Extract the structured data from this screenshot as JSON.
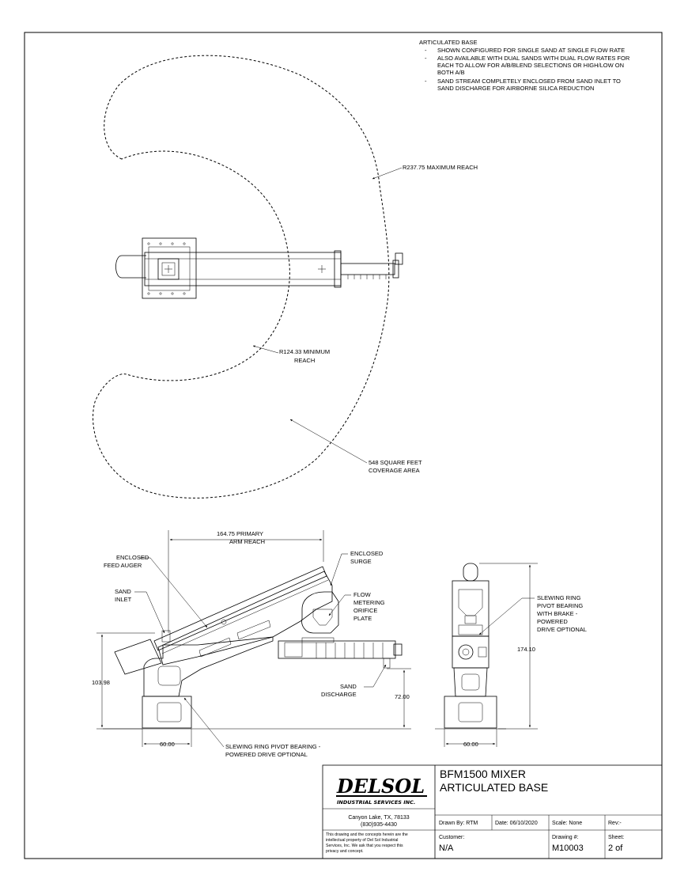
{
  "notes": {
    "heading": "ARTICULATED BASE",
    "items": [
      {
        "dash": "-",
        "line1": "SHOWN CONFIGURED FOR SINGLE SAND AT SINGLE FLOW RATE",
        "line2": ""
      },
      {
        "dash": "-",
        "line1": "ALSO AVAILABLE WITH DUAL SANDS WITH DUAL FLOW RATES FOR",
        "line2": "EACH TO ALLOW FOR A/B/BLEND SELECTIONS OR HIGH/LOW ON",
        "line3": "BOTH A/B"
      },
      {
        "dash": "-",
        "line1": "SAND STREAM COMPLETELY ENCLOSED FROM SAND INLET TO",
        "line2": "SAND DISCHARGE FOR AIRBORNE SILICA REDUCTION"
      }
    ]
  },
  "top_view": {
    "max_reach": "R237.75 MAXIMUM REACH",
    "min_reach_1": "R124.33 MINIMUM",
    "min_reach_2": "REACH",
    "coverage_1": "548 SQUARE FEET",
    "coverage_2": "COVERAGE AREA"
  },
  "side_view": {
    "arm_reach_1": "164.75 PRIMARY",
    "arm_reach_2": "ARM REACH",
    "feed_auger_1": "ENCLOSED",
    "feed_auger_2": "FEED AUGER",
    "surge_1": "ENCLOSED",
    "surge_2": "SURGE",
    "sand_inlet_1": "SAND",
    "sand_inlet_2": "INLET",
    "flow_1": "FLOW",
    "flow_2": "METERING",
    "flow_3": "ORIFICE",
    "flow_4": "PLATE",
    "height_left": "103.98",
    "discharge_1": "SAND",
    "discharge_2": "DISCHARGE",
    "height_discharge": "72.00",
    "base_width": "60.00",
    "pivot_1": "SLEWING RING PIVOT BEARING -",
    "pivot_2": "POWERED DRIVE OPTIONAL"
  },
  "end_view": {
    "slew_1": "SLEWING RING",
    "slew_2": "PIVOT BEARING",
    "slew_3": "WITH BRAKE -",
    "slew_4": "POWERED",
    "slew_5": "DRIVE OPTIONAL",
    "height": "174.10",
    "base_width": "60.00"
  },
  "title_block": {
    "logo_main": "DELSOL",
    "logo_sub": "INDUSTRIAL SERVICES INC.",
    "address_1": "Canyon Lake, TX, 78133",
    "address_2": "(830)935-4430",
    "disclaimer_1": "This drawing and the concepts herein are the",
    "disclaimer_2": "intellectual property of Del Sol Industrial",
    "disclaimer_3": "Services, Inc. We ask that you respect this",
    "disclaimer_4": "privacy and concept.",
    "title_1": "BFM1500 MIXER",
    "title_2": "ARTICULATED BASE",
    "drawn_by": "Drawn By: RTM",
    "date": "Date: 06/10/2020",
    "scale": "Scale: None",
    "rev": "Rev:-",
    "customer_label": "Customer:",
    "customer_value": "N/A",
    "drawing_label": "Drawing #:",
    "drawing_value": "M10003",
    "sheet_label": "Sheet:",
    "sheet_value": "2 of"
  }
}
